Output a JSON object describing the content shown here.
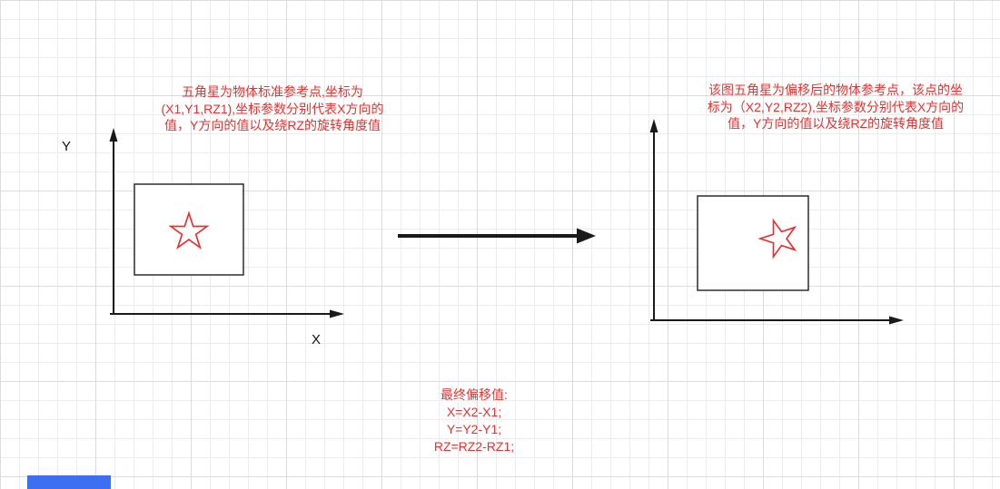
{
  "colors": {
    "annotation_red": "#e8312f",
    "axis_black": "#1a1a1a",
    "shape_stroke": "#2d2d2d",
    "shape_fill": "#ffffff",
    "grid_minor": "#ececec",
    "grid_major": "#dcdcdc",
    "blue_bar": "#3d6ff2"
  },
  "annotations": {
    "left": {
      "lines": [
        "五角星为物体标准参考点,坐标为",
        "(X1,Y1,RZ1),坐标参数分别代表X方向的",
        "值，Y方向的值以及绕RZ的旋转角度值"
      ]
    },
    "right": {
      "lines": [
        "该图五角星为偏移后的物体参考点，该点的坐",
        "标为（X2,Y2,RZ2),坐标参数分别代表X方向的",
        "值，Y方向的值以及绕RZ的旋转角度值"
      ]
    },
    "result": {
      "lines": [
        "最终偏移值:",
        "X=X2-X1;",
        "Y=Y2-Y1;",
        "RZ=RZ2-RZ1;"
      ]
    }
  },
  "axes": {
    "left": {
      "y_label": "Y",
      "x_label": "X"
    }
  },
  "icons": {
    "left_star": "star-icon",
    "right_star": "star-icon",
    "transform_arrow": "right-arrow-icon"
  }
}
